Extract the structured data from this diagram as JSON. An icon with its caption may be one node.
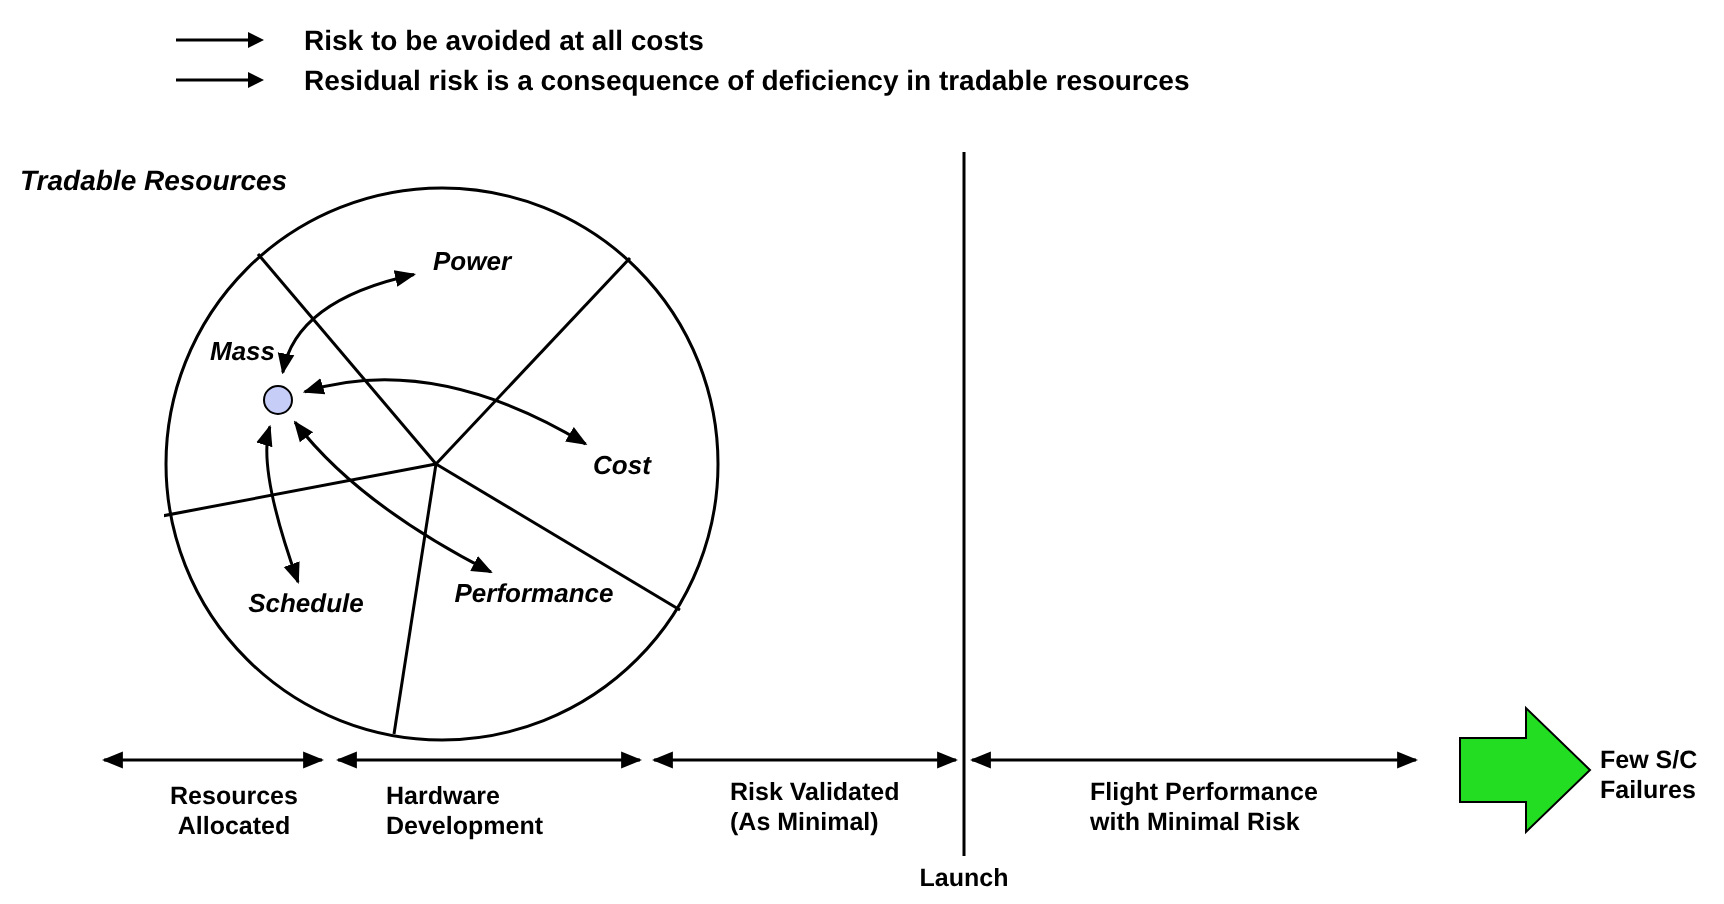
{
  "diagram": {
    "nodes": [
      {
        "text": [
          "Tradable Resources"
        ]
      },
      {
        "text": [
          "Power"
        ],
        "in": 0
      },
      {
        "text": [],
        "shape": "circle",
        "in": 0,
        "beside": [
          "Mass"
        ]
      },
      {
        "text": [
          "Cost"
        ],
        "in": 0
      },
      {
        "text": [
          "Performance"
        ],
        "in": 0
      },
      {
        "text": [
          "Schedule"
        ],
        "in": 0
      }
    ],
    "edges": [
      {
        "from": 2,
        "to": 1,
        "arrow": "both"
      },
      {
        "from": 2,
        "to": 3,
        "arrow": "both"
      },
      {
        "from": 2,
        "to": 5,
        "arrow": "both"
      },
      {
        "from": 2,
        "to": 4,
        "arrow": "both"
      }
    ],
    "labels": [
      "Resources Allocated",
      "Hardware Development",
      "Risk Validated (As Minimal)",
      "Flight Performance with Minimal Risk",
      "Few S/C Failures",
      "Launch"
    ],
    "legend": [
      {
        "text": "Risk to be avoided at all costs"
      },
      {
        "text": "Residual risk is a consequence of deficiency in tradable resources"
      }
    ]
  }
}
